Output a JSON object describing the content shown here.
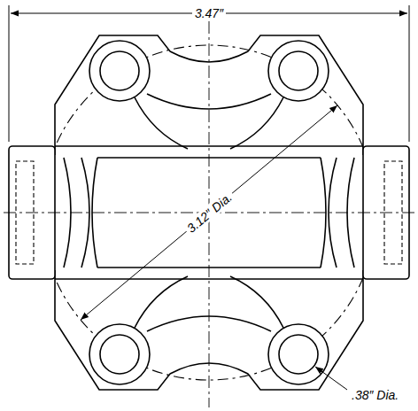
{
  "diagram": {
    "labels": [
      "3.47″",
      "3.12″ Dia.",
      ".38″ Dia."
    ]
  }
}
